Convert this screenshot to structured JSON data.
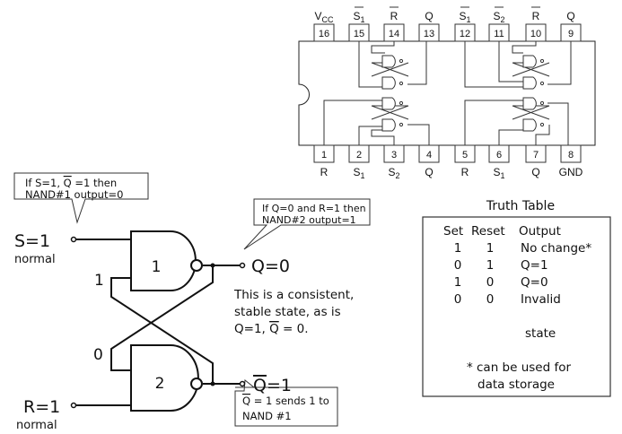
{
  "chip": {
    "top_pins": [
      {
        "number": "16",
        "label": "V",
        "sub": "CC",
        "overbar": false
      },
      {
        "number": "15",
        "label": "S",
        "sub": "1",
        "overbar": true
      },
      {
        "number": "14",
        "label": "R",
        "sub": "",
        "overbar": true
      },
      {
        "number": "13",
        "label": "Q",
        "sub": "",
        "overbar": false
      },
      {
        "number": "12",
        "label": "S",
        "sub": "1",
        "overbar": true
      },
      {
        "number": "11",
        "label": "S",
        "sub": "2",
        "overbar": true
      },
      {
        "number": "10",
        "label": "R",
        "sub": "",
        "overbar": true
      },
      {
        "number": "9",
        "label": "Q",
        "sub": "",
        "overbar": false
      }
    ],
    "bottom_pins": [
      {
        "number": "1",
        "label": "R",
        "sub": "",
        "overbar": false
      },
      {
        "number": "2",
        "label": "S",
        "sub": "1",
        "overbar": false
      },
      {
        "number": "3",
        "label": "S",
        "sub": "2",
        "overbar": false
      },
      {
        "number": "4",
        "label": "Q",
        "sub": "",
        "overbar": false
      },
      {
        "number": "5",
        "label": "R",
        "sub": "",
        "overbar": false
      },
      {
        "number": "6",
        "label": "S",
        "sub": "1",
        "overbar": false
      },
      {
        "number": "7",
        "label": "Q",
        "sub": "",
        "overbar": false
      },
      {
        "number": "8",
        "label": "GND",
        "sub": "",
        "overbar": false
      }
    ]
  },
  "latch": {
    "s_input": "S=1",
    "s_note": "normal",
    "r_input": "R=1",
    "r_note": "normal",
    "gate1_label": "1",
    "gate2_label": "2",
    "feedback1_value": "1",
    "feedback2_value": "0",
    "q_output": "Q=0",
    "qbar_output_letter": "Q",
    "qbar_output_value": "=1",
    "callout_s_line1_a": "If S=1, ",
    "callout_s_line1_q": "Q",
    "callout_s_line1_b": " =1 then",
    "callout_s_line2": "NAND#1 output=0",
    "callout_q_line1": "If Q=0 and R=1 then",
    "callout_q_line2": "NAND#2 output=1",
    "callout_qbar_line1_q": "Q",
    "callout_qbar_line1_b": " = 1 sends 1 to",
    "callout_qbar_line2": "NAND #1",
    "stable_line1": "This is a consistent,",
    "stable_line2": "stable state, as is",
    "stable_line3_a": "Q=1, ",
    "stable_line3_q": "Q",
    "stable_line3_b": " = 0."
  },
  "truth_table": {
    "title": "Truth Table",
    "headers": [
      "Set",
      "Reset",
      "Output"
    ],
    "rows": [
      [
        "1",
        "1",
        "No change*"
      ],
      [
        "0",
        "1",
        "Q=1"
      ],
      [
        "1",
        "0",
        "Q=0"
      ],
      [
        "0",
        "0",
        "Invalid"
      ]
    ],
    "row4_continuation": "state",
    "footnote_line1": "* can be used for",
    "footnote_line2": "data storage"
  }
}
